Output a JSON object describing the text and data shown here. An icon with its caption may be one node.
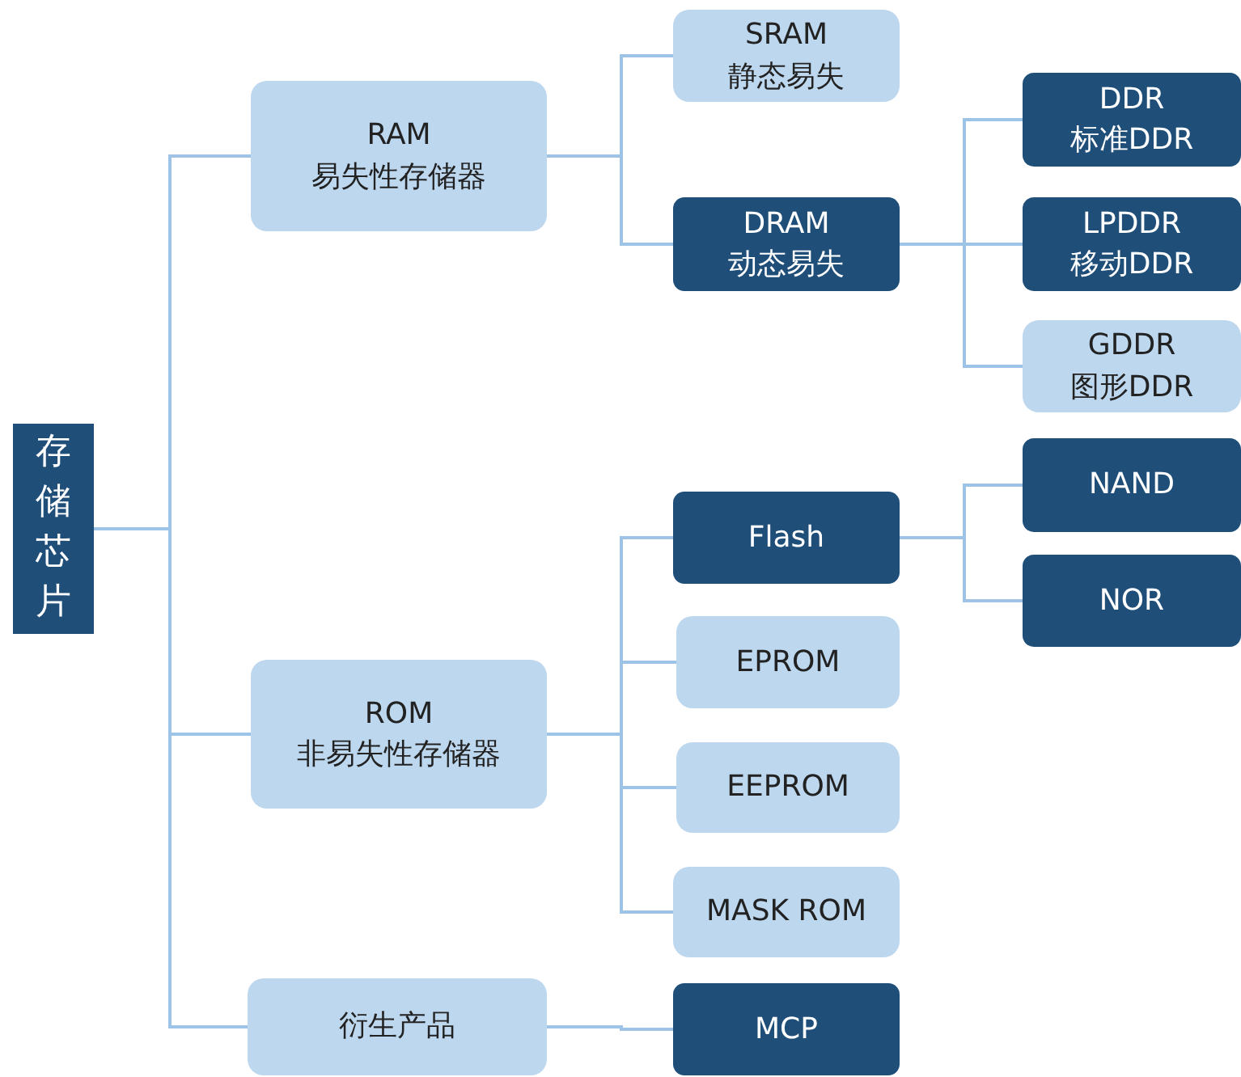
{
  "diagram": {
    "nodes": [
      {
        "text": [
          "存储芯片"
        ]
      },
      {
        "text": [
          "RAM",
          "易失性存储器"
        ]
      },
      {
        "text": [
          "ROM",
          "非易失性存储器"
        ]
      },
      {
        "text": [
          "衍生产品"
        ]
      },
      {
        "text": [
          "SRAM",
          "静态易失"
        ]
      },
      {
        "text": [
          "DRAM",
          "动态易失"
        ]
      },
      {
        "text": [
          "DDR",
          "标准DDR"
        ]
      },
      {
        "text": [
          "LPDDR",
          "移动DDR"
        ]
      },
      {
        "text": [
          "GDDR",
          "图形DDR"
        ]
      },
      {
        "text": [
          "Flash"
        ]
      },
      {
        "text": [
          "NAND"
        ]
      },
      {
        "text": [
          "NOR"
        ]
      },
      {
        "text": [
          "EPROM"
        ]
      },
      {
        "text": [
          "EEPROM"
        ]
      },
      {
        "text": [
          "MASK ROM"
        ]
      },
      {
        "text": [
          "MCP"
        ]
      }
    ],
    "edges": [
      {
        "from": 0,
        "to": 1,
        "arrow": "none"
      },
      {
        "from": 0,
        "to": 2,
        "arrow": "none"
      },
      {
        "from": 0,
        "to": 3,
        "arrow": "none"
      },
      {
        "from": 1,
        "to": 4,
        "arrow": "none"
      },
      {
        "from": 1,
        "to": 5,
        "arrow": "none"
      },
      {
        "from": 5,
        "to": 6,
        "arrow": "none"
      },
      {
        "from": 5,
        "to": 7,
        "arrow": "none"
      },
      {
        "from": 5,
        "to": 8,
        "arrow": "none"
      },
      {
        "from": 2,
        "to": 9,
        "arrow": "none"
      },
      {
        "from": 9,
        "to": 10,
        "arrow": "none"
      },
      {
        "from": 9,
        "to": 11,
        "arrow": "none"
      },
      {
        "from": 2,
        "to": 12,
        "arrow": "none"
      },
      {
        "from": 2,
        "to": 13,
        "arrow": "none"
      },
      {
        "from": 2,
        "to": 14,
        "arrow": "none"
      },
      {
        "from": 3,
        "to": 15,
        "arrow": "none"
      }
    ]
  }
}
